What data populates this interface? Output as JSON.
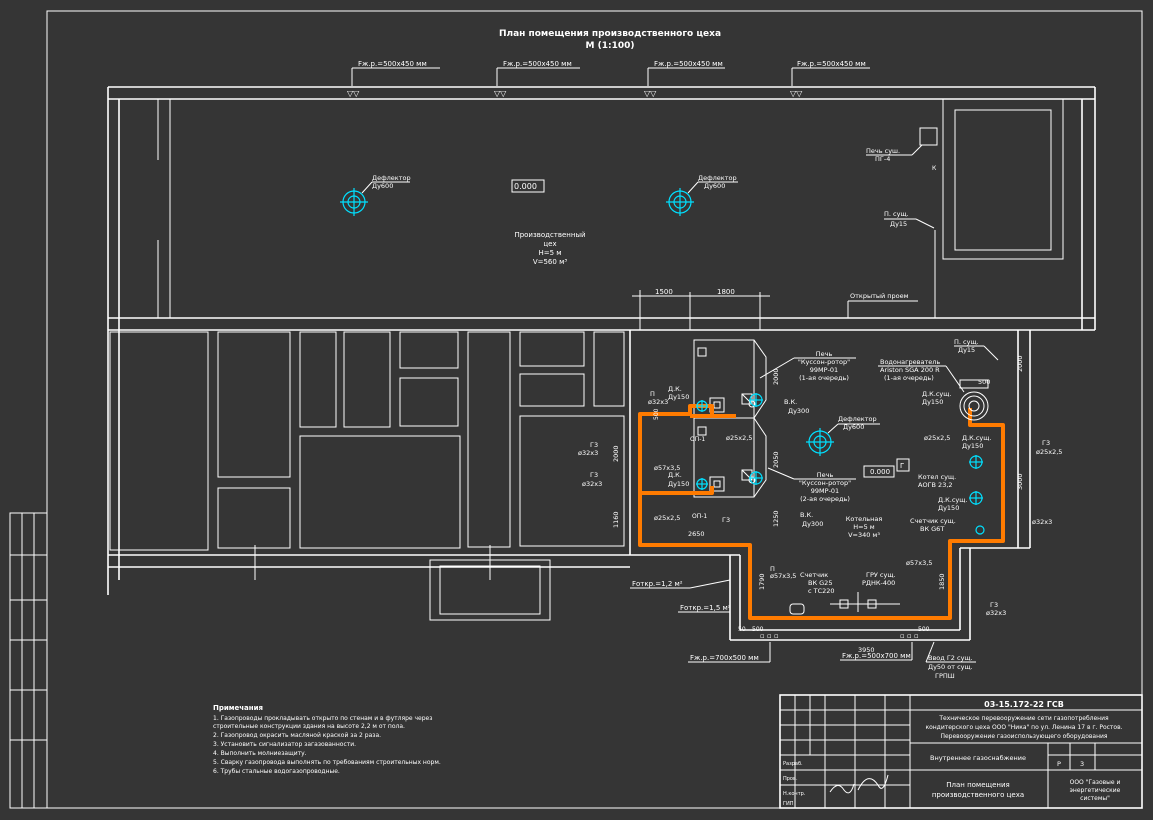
{
  "colors": {
    "background": "#353535",
    "lines": "#ffffff",
    "gas_pipe": "#ff7b00",
    "deflector": "#00e0ff"
  },
  "sheet_title": [
    "План помещения производственного цеха",
    "М (1:100)"
  ],
  "ducts": [
    "Fж.р.=500х450 мм",
    "Fж.р.=500х450 мм",
    "Fж.р.=500х450 мм",
    "Fж.р.=500х450 мм"
  ],
  "workshop": {
    "elevation": "0.000",
    "name": [
      "Производственный",
      "цех",
      "H=5 м",
      "V=560 м³"
    ],
    "deflectors": [
      [
        "Дефлектор",
        "Ду600"
      ],
      [
        "Дефлектор",
        "Ду600"
      ]
    ],
    "dryer": [
      "Печь суш.",
      "ПГ-4"
    ],
    "pipe": [
      "П. сущ.",
      "Ду15"
    ]
  },
  "opening_label": "Открытый проем",
  "boiler_room": {
    "dims_top": [
      "1500",
      "1800"
    ],
    "oven1": [
      "Печь",
      "\"Кусcон-ротор\"",
      "99МР-01",
      "(1-ая очередь)"
    ],
    "oven2": [
      "Печь",
      "\"Кусcон-ротор\"",
      "99МР-01",
      "(2-ая очередь)"
    ],
    "heater": [
      "Водонагреватель",
      "Ariston SGA 200 R",
      "(1-ая очередь)"
    ],
    "deflector": [
      "Дефлектор",
      "Ду600"
    ],
    "vk1": [
      "В.К.",
      "Ду300"
    ],
    "vk2": [
      "В.К.",
      "Ду300"
    ],
    "dk1": [
      "Д.К.",
      "Ду150"
    ],
    "dk2": [
      "Д.К.",
      "Ду150"
    ],
    "dk_sush1": [
      "Д.К.сущ.",
      "Ду150"
    ],
    "dk_sush2": [
      "Д.К.сущ.",
      "Ду150"
    ],
    "dk_sush3": [
      "Д.К.сущ.",
      "Ду150"
    ],
    "kotel": [
      "Котел сущ.",
      "АОГВ 23,2"
    ],
    "counter_sush": [
      "Счетчик сущ.",
      "ВК G6T"
    ],
    "elevation": "0.000",
    "room_label": "Г",
    "room_name": [
      "Котельная",
      "H=5 м",
      "V=340 м³"
    ],
    "p_sush": [
      "П. сущ.",
      "Ду15"
    ],
    "pipes": [
      "П",
      "ø32х3",
      "ø25х2,5",
      "ø57х3,5",
      "Г3",
      "ø32х3",
      "ø25х2,5",
      "ø57х3,5",
      "ø32х3",
      "ø25х2,5",
      "Г3",
      "ø25х2,5",
      "Г3",
      "ø32х3",
      "ø57х3,5",
      "Г3",
      "ø32х3",
      "ø57х3,5"
    ],
    "oven_labels": [
      "ОП-1",
      "ОП-1"
    ],
    "dims_side": [
      "2000",
      "2050",
      "1250",
      "1160",
      "2650",
      "3000",
      "2000",
      "500",
      "1790",
      "1850",
      "3950",
      "500",
      "500",
      "500",
      "50"
    ],
    "counter": [
      "Счетчик",
      "ВК G25",
      "с ТС220"
    ],
    "grp": [
      "ГРУ сущ.",
      "РДНК-400"
    ],
    "fopen1": "Fоткр.=1,2 м²",
    "fopen2": "Fоткр.=1,5 м²",
    "grille_left": "Fж.р.=700х500 мм",
    "grille_right": "Fж.р.=500х700 мм",
    "inlet": [
      "Ввод Г2 сущ.",
      "Ду50 от сущ.",
      "ГРПШ"
    ]
  },
  "notes_title": "Примечания",
  "notes": [
    "1. Газопроводы прокладывать открыто по стенам и в футляре через",
    "строительные конструкции здания на высоте 2,2 м от пола.",
    "2. Газопровод окрасить масляной краской за 2 раза.",
    "3. Установить сигнализатор загазованности.",
    "4. Выполнить молниезащиту.",
    "5. Сварку газопровода выполнять по требованиям строительных норм.",
    "6. Трубы стальные водогазопроводные."
  ],
  "stamp": {
    "code": "03-15.172-22 ГСВ",
    "object": [
      "Техническое перевооружение сети газопотребления",
      "кондитерского цеха ООО \"Ника\" по ул. Ленина 17 в г. Ростов.",
      "Перевооружение газоиспользующего оборудования"
    ],
    "stage_title": "Внутреннее газоснабжение",
    "stage": "Р",
    "sheet": "3",
    "drawing": [
      "План помещения",
      "производственного цеха"
    ],
    "company": [
      "ООО \"Газовые и",
      "энергетические",
      "системы\""
    ],
    "roles": [
      "Разраб.",
      "Пров.",
      "Н.контр.",
      "ГИП"
    ]
  }
}
